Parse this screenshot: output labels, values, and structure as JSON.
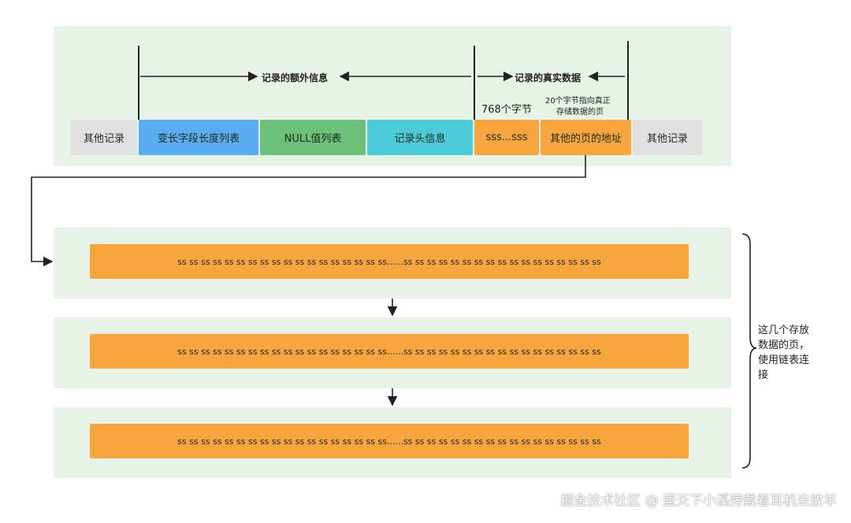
{
  "record": {
    "cells": [
      {
        "key": "other_left",
        "label": "其他记录",
        "color": "#e0e0e0"
      },
      {
        "key": "varlen",
        "label": "变长字段长度列表",
        "color": "#5aacf0"
      },
      {
        "key": "null_list",
        "label": "NULL值列表",
        "color": "#6cc07a"
      },
      {
        "key": "header",
        "label": "记录头信息",
        "color": "#4dcad8"
      },
      {
        "key": "data",
        "label": "sss...sss",
        "color": "#f7a63f"
      },
      {
        "key": "page_addr",
        "label": "其他的页的地址",
        "color": "#f7a63f"
      },
      {
        "key": "other_right",
        "label": "其他记录",
        "color": "#e0e0e0"
      }
    ],
    "extra_info_label": "记录的额外信息",
    "real_data_label": "记录的真实数据",
    "bytes_label": "768个字节",
    "pointer_label_line1": "20个字节指向真正",
    "pointer_label_line2": "存储数据的页"
  },
  "pages": [
    {
      "content": "ss ss ss ss ss ss ss ss ss ss ss ss ss ss ss ss ss ss......ss ss ss ss ss ss ss ss ss ss ss ss ss ss ss ss ss"
    },
    {
      "content": "ss ss ss ss ss ss ss ss ss ss ss ss ss ss ss ss ss ss......ss ss ss ss ss ss ss ss ss ss ss ss ss ss ss ss ss"
    },
    {
      "content": "ss ss ss ss ss ss ss ss ss ss ss ss ss ss ss ss ss ss......ss ss ss ss ss ss ss ss ss ss ss ss ss ss ss ss ss"
    }
  ],
  "brace_note": "这几个存放数据的页，使用链表连接",
  "watermark": "掘金技术社区 @ 蓝天下小溪旁戴着耳机去放羊",
  "colors": {
    "panel_bg": "#e6f3e6",
    "page_bar": "#f7a63f",
    "line": "#222222"
  }
}
